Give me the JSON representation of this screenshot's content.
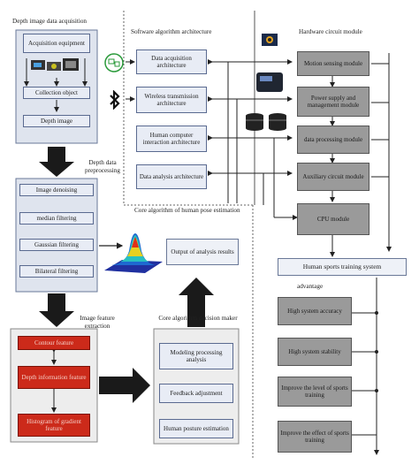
{
  "acquisition": {
    "title": "Depth image data acquisition",
    "equipment": "Acquisition equipment",
    "collection_object": "Collection object",
    "depth_image": "Depth image"
  },
  "preprocessing": {
    "title": "Depth data preprocessing",
    "items": [
      "Image denoising",
      "median filtering",
      "Gaussian filtering",
      "Bilateral filtering"
    ]
  },
  "output_box": "Output of analysis results",
  "feature": {
    "title": "Image feature extraction",
    "items": [
      "Contour feature",
      "Depth information feature",
      "Histogram of gradient feature"
    ]
  },
  "decision": {
    "title": "Core algorithm decision maker",
    "items": [
      "Modeling processing analysis",
      "Feedback adjustment",
      "Human posture estimation"
    ]
  },
  "software": {
    "title": "Software algorithm architecture",
    "items": [
      "Data acquisition architecture",
      "Wireless transmission architecture",
      "Human computer interaction architecture",
      "Data analysis architecture"
    ]
  },
  "core_pose_label": "Core algorithm of human pose estimation",
  "hardware": {
    "title": "Hardware circuit module",
    "items": [
      "Motion sensing module",
      "Power supply and management module",
      "data processing module",
      "Auxiliary circuit module",
      "CPU module"
    ]
  },
  "training_system": "Human sports training system",
  "advantage": {
    "title": "advantage",
    "items": [
      "High system accuracy",
      "High system stability",
      "Improve the level of sports training",
      "Improve the effect of sports training"
    ]
  },
  "colors": {
    "blue_box": "#e8ecf5",
    "grey_box": "#9a9a9a",
    "red_box": "#cc2a1a",
    "big_arrow": "#1a1a1a"
  }
}
